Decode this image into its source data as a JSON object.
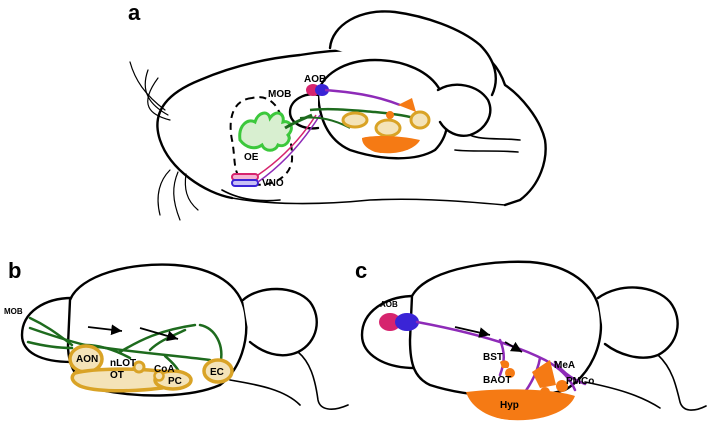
{
  "panels": {
    "a": {
      "letter": "a",
      "labels": {
        "aob": "AOB",
        "mob": "MOB",
        "oe": "OE",
        "vno": "VNO"
      }
    },
    "b": {
      "letter": "b",
      "labels": {
        "mob": "MOB",
        "aon": "AON",
        "nlot": "nLOT",
        "ot": "OT",
        "coa": "CoA",
        "pc": "PC",
        "ec": "EC"
      }
    },
    "c": {
      "letter": "c",
      "labels": {
        "aob": "AOB",
        "bst": "BST",
        "baot": "BAOT",
        "mea": "MeA",
        "pmco": "PMCo",
        "hyp": "Hyp"
      }
    }
  },
  "colors": {
    "main_olfactory": "#1e6b1e",
    "olfactory_epithelium": "#3cc83c",
    "cortical_targets": "#d9a326",
    "accessory_targets": "#f57a14",
    "aob_anterior": "#d6246e",
    "aob_posterior": "#3a24d6",
    "vomeronasal_tract": "#8e2bb8"
  }
}
